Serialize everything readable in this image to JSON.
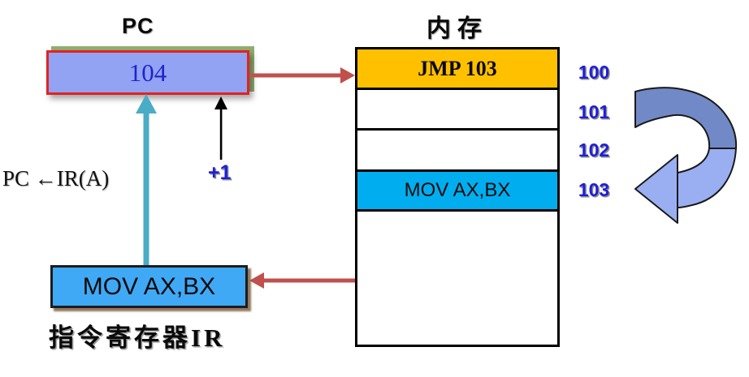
{
  "pc": {
    "title": "PC",
    "value": "104"
  },
  "memory": {
    "title": "内存",
    "rows": [
      {
        "content": "JMP 103",
        "address": "100"
      },
      {
        "content": "",
        "address": "101"
      },
      {
        "content": "",
        "address": "102"
      },
      {
        "content": "MOV AX,BX",
        "address": "103"
      },
      {
        "content": "",
        "address": ""
      }
    ]
  },
  "ir": {
    "value": "MOV AX,BX",
    "caption": "指令寄存器IR"
  },
  "labels": {
    "pc_assign": "PC ←IR(A)",
    "increment": "+1"
  },
  "colors": {
    "pc_fill": "#91A3F2",
    "pc_border": "#E32222",
    "pc_value_text": "#2222CC",
    "fetch_cell": "#FFC000",
    "instruction_cell": "#00AEEF",
    "ir_fill": "#3FA9F5",
    "red_arrow": "#C0504D",
    "teal_arrow": "#4BACC6",
    "address_text": "#1F1FD8",
    "cycle_arrow_dark": "#7289C7",
    "cycle_arrow_light": "#9AAFF2"
  }
}
